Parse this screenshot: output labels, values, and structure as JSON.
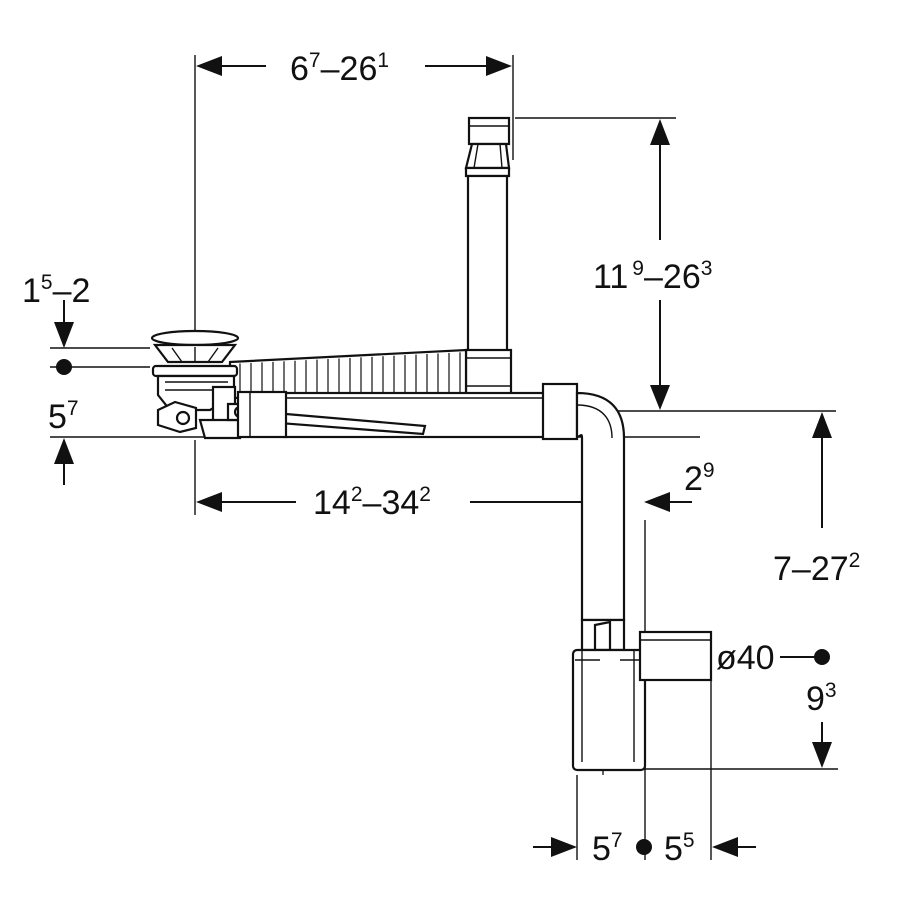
{
  "dimensions": {
    "top_width": {
      "base": "6",
      "sup": "7",
      "dash": "–",
      "base2": "26",
      "sup2": "1"
    },
    "vertical_pipe_height": {
      "base": "11",
      "sup": "9",
      "dash": "–",
      "base2": "26",
      "sup2": "3"
    },
    "drain_rim": {
      "base": "1",
      "sup": "5",
      "dash": "–",
      "base2": "2"
    },
    "drain_depth": {
      "base": "5",
      "sup": "7"
    },
    "horizontal_length": {
      "base": "14",
      "sup": "2",
      "dash": "–",
      "base2": "34",
      "sup2": "2"
    },
    "pipe_offset": {
      "base": "2",
      "sup": "9"
    },
    "trap_height": {
      "base": "7",
      "dash": "–",
      "base2": "27",
      "sup2": "2"
    },
    "outlet_diameter": {
      "text": "ø40"
    },
    "outlet_height": {
      "base": "9",
      "sup": "3"
    },
    "trap_left": {
      "base": "5",
      "sup": "7"
    },
    "trap_right": {
      "base": "5",
      "sup": "5"
    }
  }
}
